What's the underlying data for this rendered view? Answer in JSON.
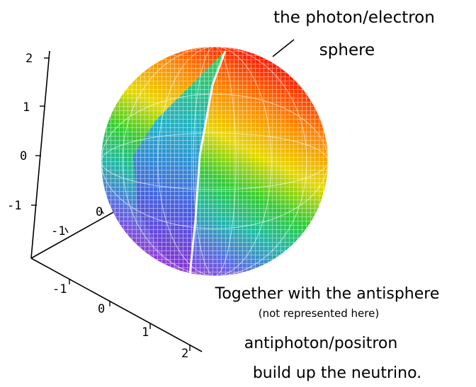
{
  "caption_top": {
    "line1": "the photon/electron",
    "line2": "sphere"
  },
  "caption_bottom": {
    "line1": "Together with the antisphere",
    "line2": "(not represented here)",
    "line3": "antiphoton/positron",
    "line4": "build up the neutrino."
  },
  "axes": {
    "vertical_ticks": [
      "2",
      "1",
      "0",
      "-1"
    ],
    "upper_diagonal_ticks": [
      "-1",
      "0"
    ],
    "lower_diagonal_ticks": [
      "-1",
      "0",
      "1",
      "2"
    ]
  },
  "sphere": {
    "colors": [
      "#ff1a00",
      "#ff8a00",
      "#e6d800",
      "#33cc33",
      "#20b8a8",
      "#5a6ee0",
      "#9a38d8"
    ],
    "cutaway": true
  }
}
